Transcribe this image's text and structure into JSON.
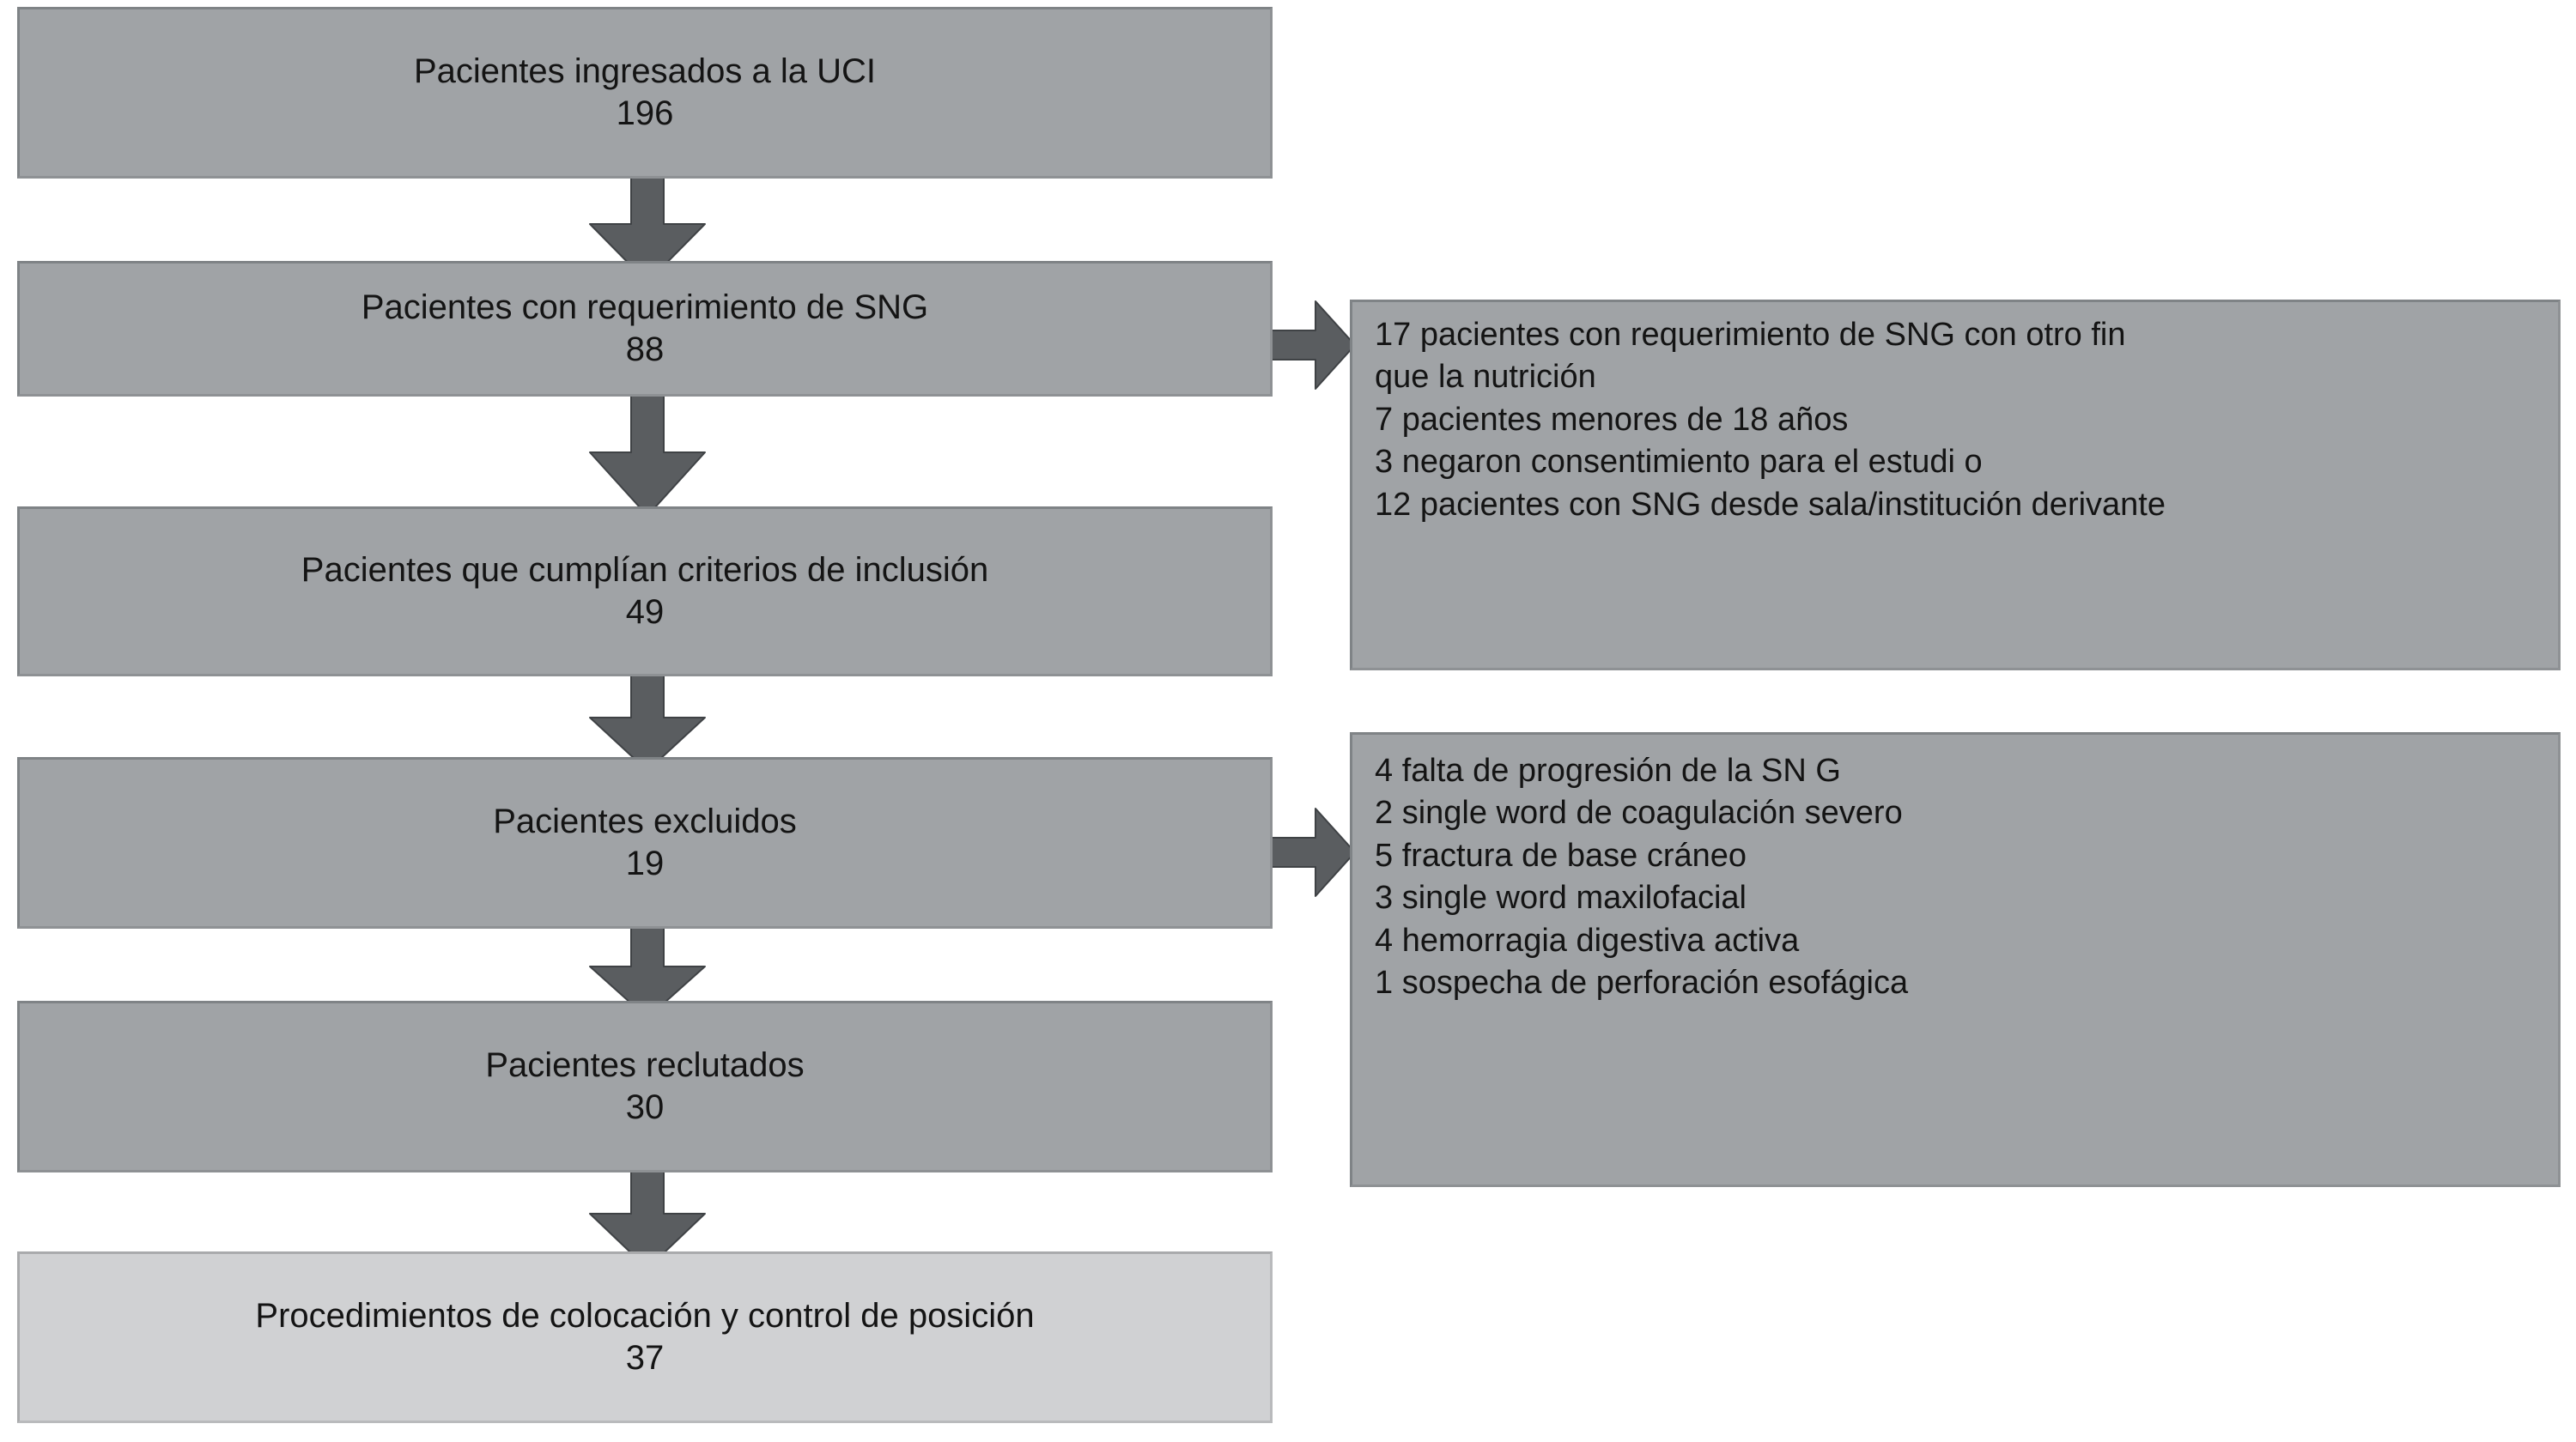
{
  "figure": {
    "type": "flow-diagram",
    "language": "es",
    "colors": {
      "node_fill": "#a0a3a6",
      "node_fill_light": "#d0d1d3",
      "node_border": "#8e9194",
      "arrow_fill": "#5a5d60",
      "text": "#141414",
      "background": "#ffffff"
    }
  },
  "nodes": [
    {
      "id": "ingresados",
      "title": "Pacientes ingresados a la UCI",
      "count": "196"
    },
    {
      "id": "requerimiento",
      "title": "Pacientes con requerimiento de SNG",
      "count": "88"
    },
    {
      "id": "inclusion",
      "title": "Pacientes que cumplían criterios de inclusión",
      "count": "49"
    },
    {
      "id": "excluidos",
      "title": "Pacientes excluidos",
      "count": "19"
    },
    {
      "id": "reclutados",
      "title": "Pacientes reclutados",
      "count": "30"
    },
    {
      "id": "procedimientos",
      "title": "Procedimientos de colocación y control de posición",
      "count": "37"
    }
  ],
  "panels": [
    {
      "id": "panel-exclusiones-sng",
      "lines": [
        "17 pacientes con requerimiento de SNG con otro fin",
        "que la nutrición",
        "7 pacientes menores de 18 años",
        "3 negaron consentimiento para el estudi o",
        "12 pacientes con SNG desde sala/institución derivante"
      ]
    },
    {
      "id": "panel-motivos-exclusion",
      "lines": [
        "4 falta de progresión de la SN G",
        "2 single word de coagulación severo",
        "5 fractura de base cráneo",
        "3 single word maxilofacial",
        "4 hemorragia digestiva activa",
        "1 sospecha de perforación esofágica"
      ]
    }
  ],
  "connectors": [
    {
      "id": "arrow-ingresados-to-requerimiento",
      "direction": "down"
    },
    {
      "id": "arrow-requerimiento-to-inclusion",
      "direction": "down"
    },
    {
      "id": "arrow-inclusion-to-excluidos",
      "direction": "down"
    },
    {
      "id": "arrow-excluidos-to-reclutados",
      "direction": "down"
    },
    {
      "id": "arrow-reclutados-to-procedimientos",
      "direction": "down"
    },
    {
      "id": "arrow-requerimiento-to-panel-1",
      "direction": "right"
    },
    {
      "id": "arrow-excluidos-to-panel-2",
      "direction": "right"
    }
  ]
}
